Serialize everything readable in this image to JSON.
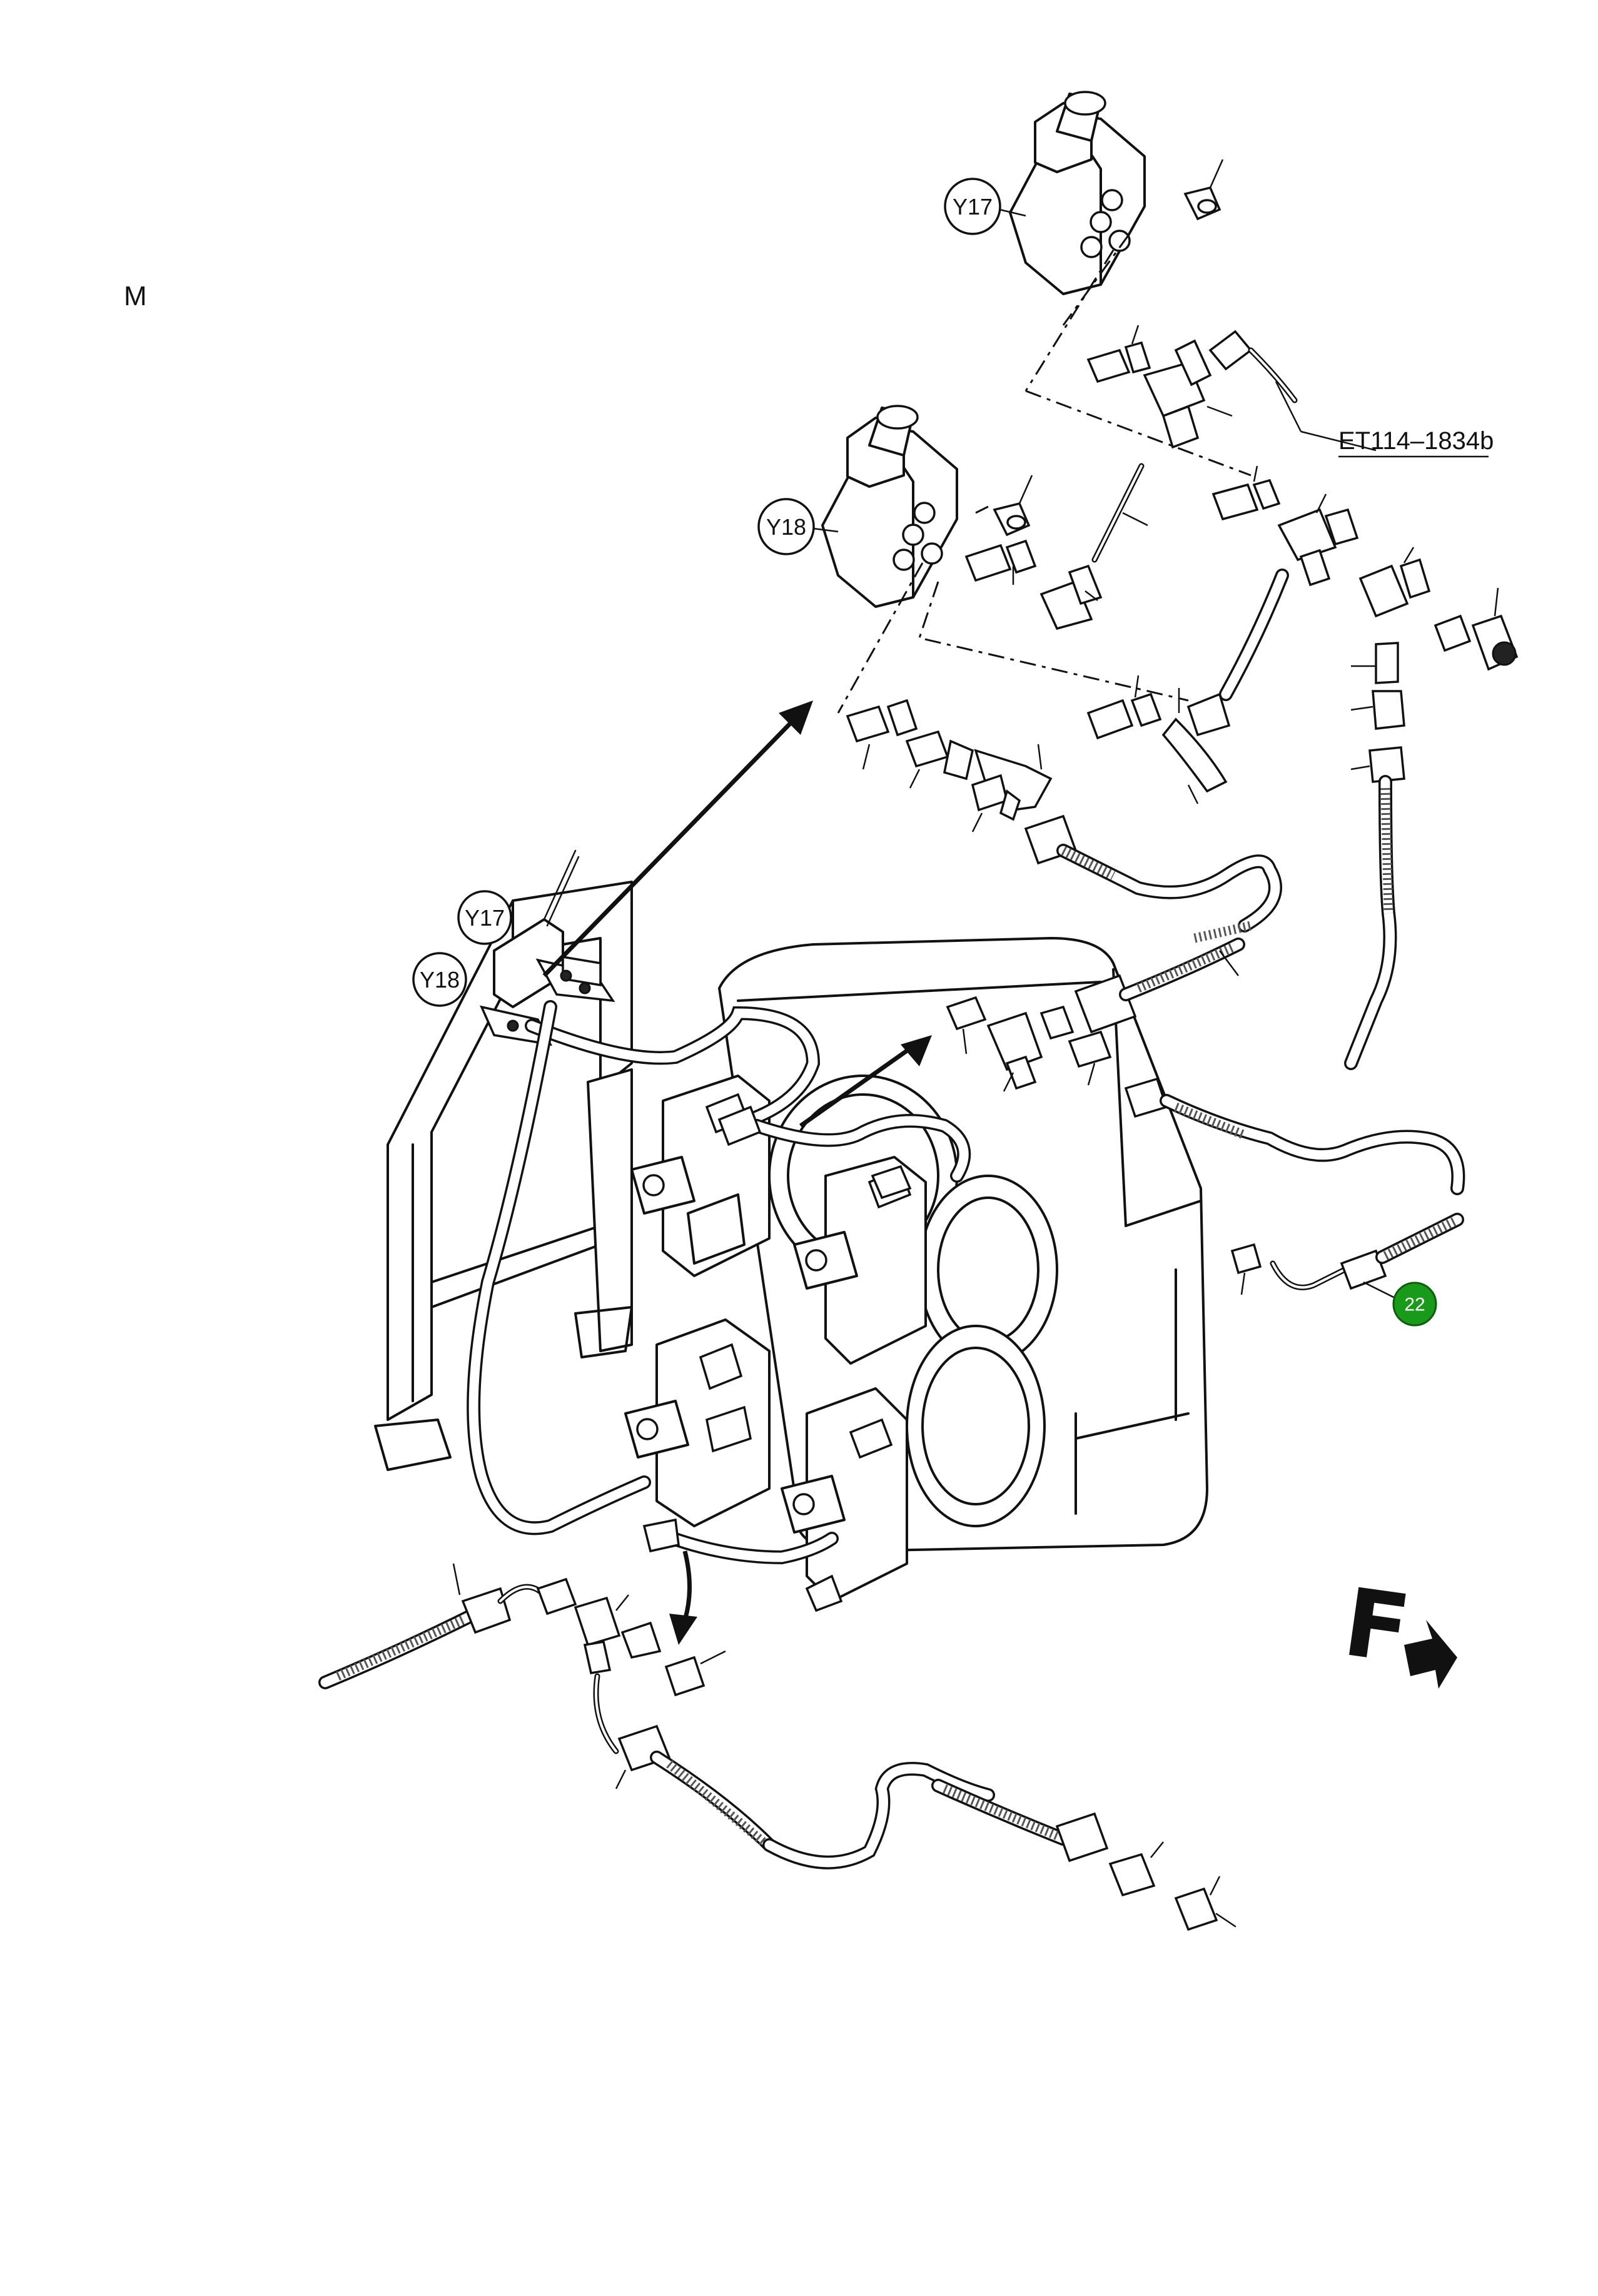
{
  "sheet_mark": "M",
  "reference": "ET114–1834b",
  "valve_labels": {
    "detail_upper": "Y17",
    "detail_lower": "Y18",
    "overview_upper": "Y17",
    "overview_lower": "Y18"
  },
  "callout": {
    "number": "22",
    "color": "#1a9a1a"
  },
  "front_marker": "F",
  "icons": {
    "front_direction": "arrow-right-icon",
    "detail_arrow": "arrow-icon"
  }
}
